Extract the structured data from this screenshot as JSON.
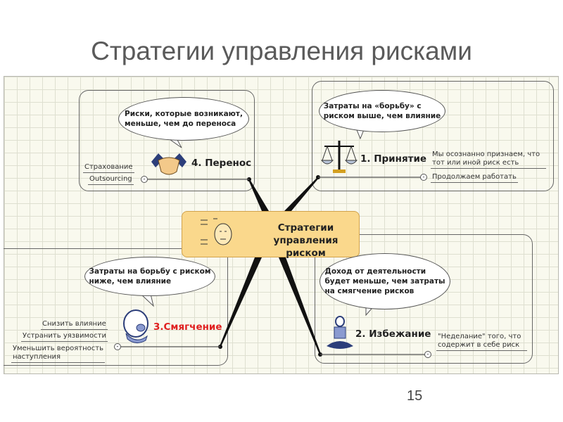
{
  "title": "Стратегии управления рисками",
  "page_number": "15",
  "center_node": {
    "label": "Стратегии\nуправления риском",
    "icon": "head-icon"
  },
  "branches": {
    "transfer": {
      "label": "4. Перенос",
      "icon": "handshake-icon",
      "bubble": "Риски, которые возникают,\nменьше, чем до переноса",
      "items": [
        "Страхование",
        "Outsourcing"
      ]
    },
    "acceptance": {
      "label": "1. Принятие",
      "icon": "scales-icon",
      "bubble": "Затраты на «борьбу» с\nриском выше, чем влияние",
      "items": [
        "Мы осознанно признаем, что\nтот или иной риск есть",
        "Продолжаем работать"
      ]
    },
    "mitigation": {
      "label": "3.Смягчение",
      "icon": "hard-hat-icon",
      "bubble": "Затраты на борьбу с риском\nниже, чем влияние",
      "items": [
        "Снизить влияние",
        "Устранить уязвимости",
        "Уменьшить вероятность\nнаступления"
      ]
    },
    "avoidance": {
      "label": "2. Избежание",
      "icon": "meditation-icon",
      "bubble": "Доход от деятельности\nбудет меньше, чем затраты\nна смягчение рисков",
      "items": [
        "\"Неделание\" того, что\nсодержит в себе риск"
      ]
    }
  },
  "colors": {
    "center_fill": "#fad88c",
    "mitigation_label": "#e02020",
    "title": "#5a5a5a"
  }
}
